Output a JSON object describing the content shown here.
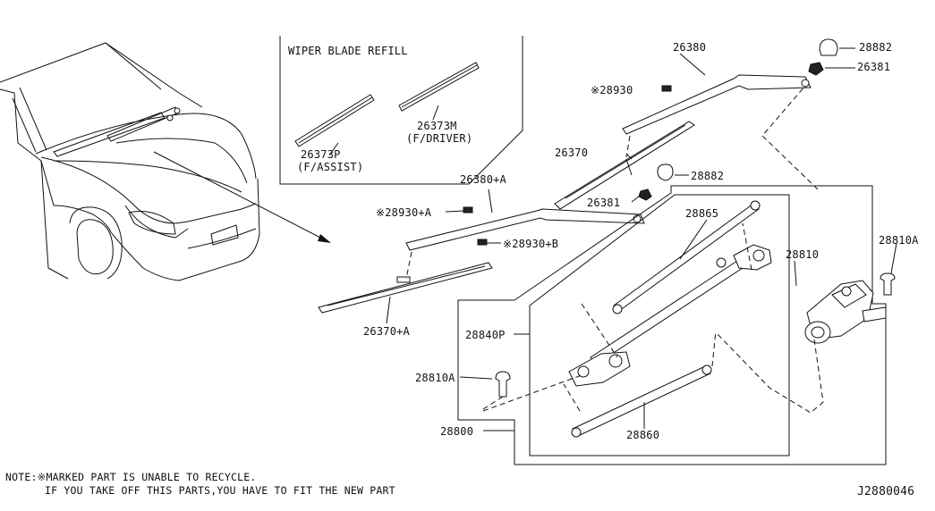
{
  "diagram_id": "J2880046",
  "refill_box": {
    "title": "WIPER BLADE REFILL",
    "refill_assist_num": "26373P",
    "refill_assist_desc": "(F/ASSIST)",
    "refill_driver_num": "26373M",
    "refill_driver_desc": "(F/DRIVER)"
  },
  "labels": {
    "p26380": "26380",
    "p28882_top": "28882",
    "p26381_top": "26381",
    "p28930": "※28930",
    "p26370": "26370",
    "p28882_mid": "28882",
    "p26380a": "26380+A",
    "p28930a": "※28930+A",
    "p26381_mid": "26381",
    "p28930b": "※28930+B",
    "p28865": "28865",
    "p28810": "28810",
    "p28810a_right": "28810A",
    "p26370a": "26370+A",
    "p28840p": "28840P",
    "p28810a_left": "28810A",
    "p28800": "28800",
    "p28860": "28860"
  },
  "notes": {
    "line1": "NOTE:※MARKED PART IS UNABLE TO RECYCLE.",
    "line2": "IF YOU TAKE OFF THIS PARTS,YOU HAVE TO FIT THE NEW PART"
  }
}
